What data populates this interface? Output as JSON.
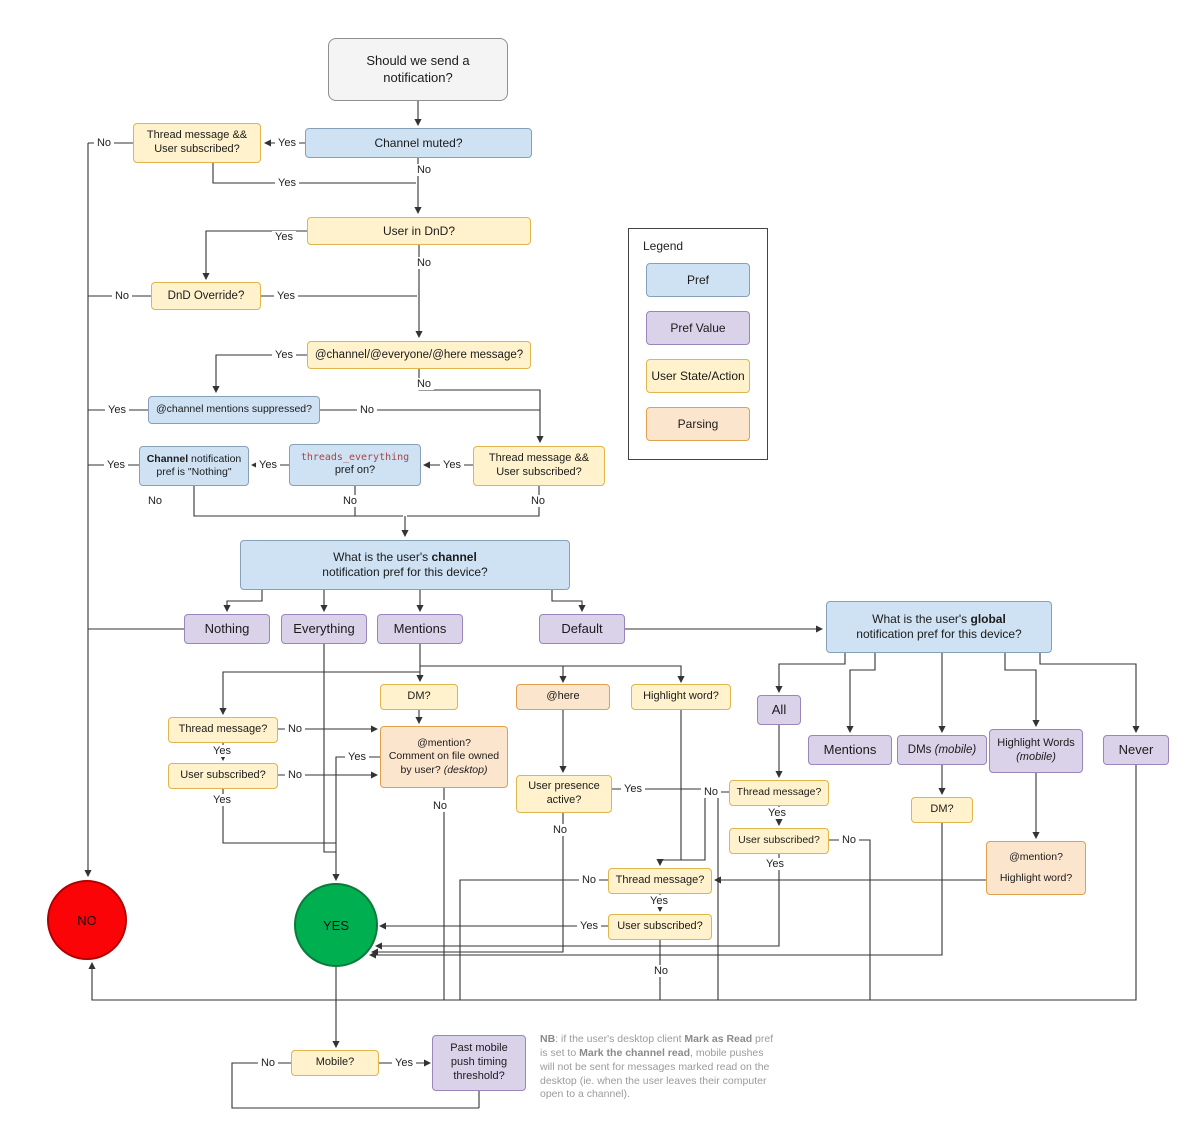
{
  "labels": {
    "yes": "Yes",
    "no": "No"
  },
  "terminals": {
    "no": "NO",
    "yes": "YES"
  },
  "legend": {
    "title": "Legend",
    "pref": "Pref",
    "pref_value": "Pref Value",
    "user_state": "User State/Action",
    "parsing": "Parsing"
  },
  "nodes": {
    "start": "Should we send a notification?",
    "channel_muted": "Channel muted?",
    "thread_sub": "Thread message && User subscribed?",
    "user_dnd": "User in DnD?",
    "dnd_override": "DnD Override?",
    "at_channel_msg": "@channel/@everyone/@here message?",
    "mentions_suppressed": "@channel mentions suppressed?",
    "pref_nothing_b": "Channel",
    "pref_nothing_rest": " notification pref is \"Nothing\"",
    "threads_everything_code": "threads_everything",
    "threads_everything_rest": "pref on?",
    "channel_pref_p1": "What is the user's ",
    "channel_pref_b": "channel",
    "channel_pref_p2": "notification pref for this device?",
    "nothing": "Nothing",
    "everything": "Everything",
    "mentions": "Mentions",
    "default": "Default",
    "global_pref_p1": "What is the user's ",
    "global_pref_b": "global",
    "global_pref_p2": "notification pref for this device?",
    "all": "All",
    "dms_p1": "DMs ",
    "dms_i": "(mobile)",
    "hw_words": "Highlight Words",
    "hw_mobile": "(mobile)",
    "never": "Never",
    "dm": "DM?",
    "at_here": "@here",
    "highlight_word": "Highlight word?",
    "thread_msg": "Thread message?",
    "user_sub": "User subscribed?",
    "mention_q": "@mention?",
    "comment_file": "Comment on file owned by user? ",
    "desktop_i": "(desktop)",
    "user_presence": "User presence active?",
    "mobile": "Mobile?",
    "past_mobile": "Past mobile push timing threshold?"
  },
  "nb": {
    "b0": "NB",
    "p1": ": if the user's desktop client ",
    "b1": "Mark as Read",
    "p2": " pref is set to ",
    "b2": "Mark the channel read",
    "p3": ", mobile pushes will not be sent for messages marked read on the desktop (ie. when the user leaves their computer open to a channel)."
  },
  "colors": {
    "pref": "#cfe2f3",
    "pref_value": "#d9d2e9",
    "user_state": "#fff2cc",
    "parsing": "#fce5cd",
    "no": "#fb0408",
    "yes": "#00b050"
  }
}
